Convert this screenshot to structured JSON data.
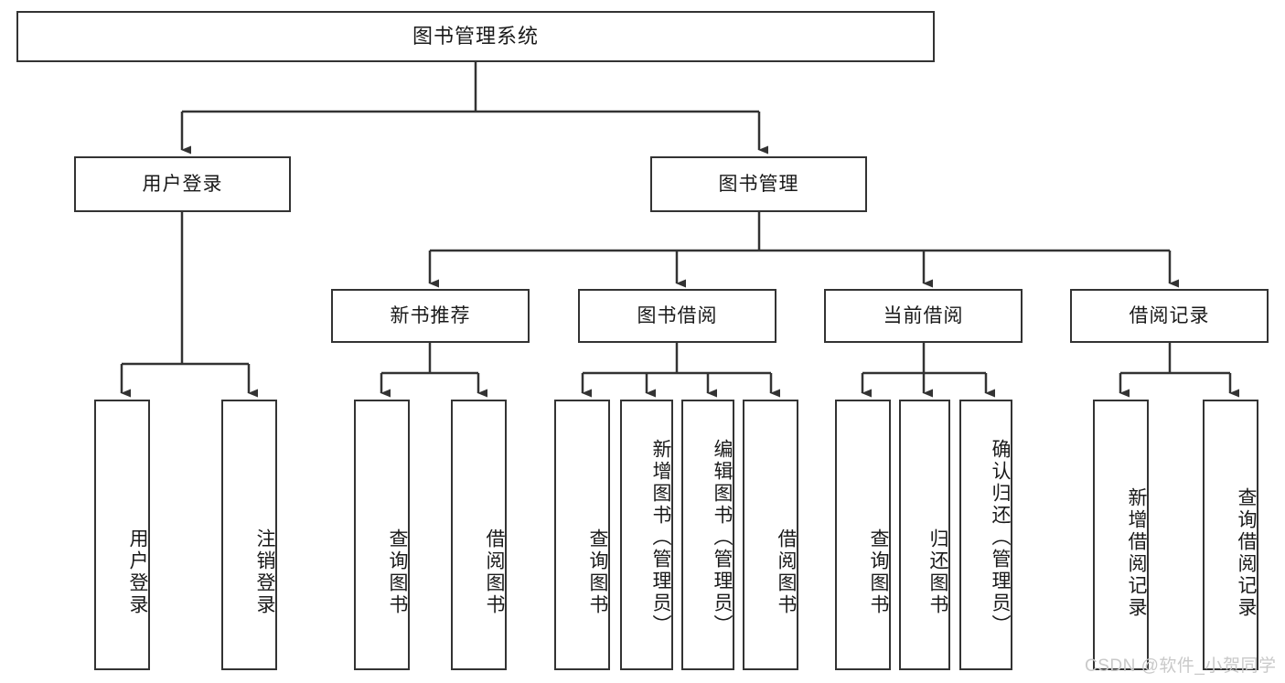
{
  "diagram": {
    "title": "图书管理系统",
    "type": "tree-hierarchy-chart",
    "colors": {
      "box_border": "#333333",
      "box_fill": "#ffffff",
      "edge": "#333333",
      "text": "#1a1a1a",
      "watermark": "#c9c9c9",
      "background": "#ffffff"
    }
  },
  "nodes": {
    "root": {
      "label": "图书管理系统"
    },
    "level2": [
      {
        "label": "用户登录"
      },
      {
        "label": "图书管理"
      }
    ],
    "level3": [
      {
        "label": "新书推荐"
      },
      {
        "label": "图书借阅"
      },
      {
        "label": "当前借阅"
      },
      {
        "label": "借阅记录"
      }
    ],
    "leaves": {
      "user_login": [
        {
          "label": "用户登录"
        },
        {
          "label": "注销登录"
        }
      ],
      "new_book_recommend": [
        {
          "label": "查询图书"
        },
        {
          "label": "借阅图书"
        }
      ],
      "book_borrow": [
        {
          "label": "查询图书"
        },
        {
          "label": "新增图书（管理员）"
        },
        {
          "label": "编辑图书（管理员）"
        },
        {
          "label": "借阅图书"
        }
      ],
      "current_borrow": [
        {
          "label": "查询图书"
        },
        {
          "label": "归还图书"
        },
        {
          "label": "确认归还（管理员）"
        }
      ],
      "borrow_record": [
        {
          "label": "新增借阅记录"
        },
        {
          "label": "查询借阅记录"
        }
      ]
    }
  },
  "watermark": {
    "text": "CSDN @软件_小贺同学"
  }
}
